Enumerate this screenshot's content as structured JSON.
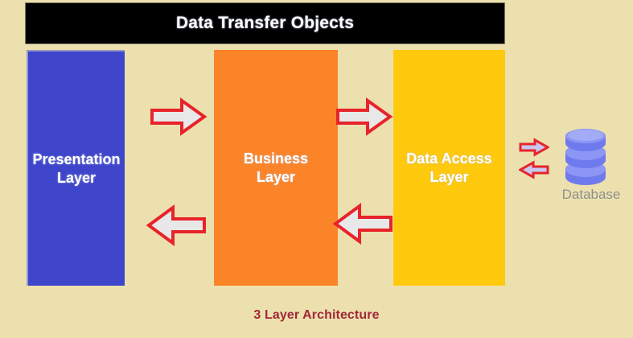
{
  "banner": {
    "title": "Data Transfer Objects",
    "background_color": "#000000",
    "text_color": "#ffffff"
  },
  "canvas": {
    "background_color": "#ece1ae"
  },
  "layers": [
    {
      "id": "presentation",
      "label": "Presentation\nLayer",
      "line1": "Presentation",
      "line2": "Layer",
      "color": "#3f45ca"
    },
    {
      "id": "business",
      "label": "Business\nLayer",
      "line1": "Business",
      "line2": "Layer",
      "color": "#fb8429"
    },
    {
      "id": "data-access",
      "label": "Data Access\nLayer",
      "line1": "Data Access",
      "line2": "Layer",
      "color": "#ffc90e"
    }
  ],
  "arrows": [
    {
      "id": "presentation-to-business",
      "direction": "right",
      "from": "Presentation Layer",
      "to": "Business Layer",
      "fill": "#e8e8e8",
      "stroke": "#e8232a"
    },
    {
      "id": "business-to-data-access",
      "direction": "right",
      "from": "Business Layer",
      "to": "Data Access Layer",
      "fill": "#e8e8e8",
      "stroke": "#e8232a"
    },
    {
      "id": "business-to-presentation",
      "direction": "left",
      "from": "Business Layer",
      "to": "Presentation Layer",
      "fill": "#e8e8e8",
      "stroke": "#e8232a"
    },
    {
      "id": "data-access-to-business",
      "direction": "left",
      "from": "Data Access Layer",
      "to": "Business Layer",
      "fill": "#e8e8e8",
      "stroke": "#e8232a"
    },
    {
      "id": "data-access-to-database",
      "direction": "right",
      "from": "Data Access Layer",
      "to": "Database",
      "fill": "#c9c8ee",
      "stroke": "#e8232a"
    },
    {
      "id": "database-to-data-access",
      "direction": "left",
      "from": "Database",
      "to": "Data Access Layer",
      "fill": "#c9c8ee",
      "stroke": "#e8232a"
    }
  ],
  "database": {
    "label": "Database",
    "label_color": "#8f8f8f",
    "color": "#7b85f0",
    "color_light": "#97a0f5",
    "disc_count": 3
  },
  "caption": {
    "text": "3 Layer Architecture",
    "color": "#a32638"
  }
}
